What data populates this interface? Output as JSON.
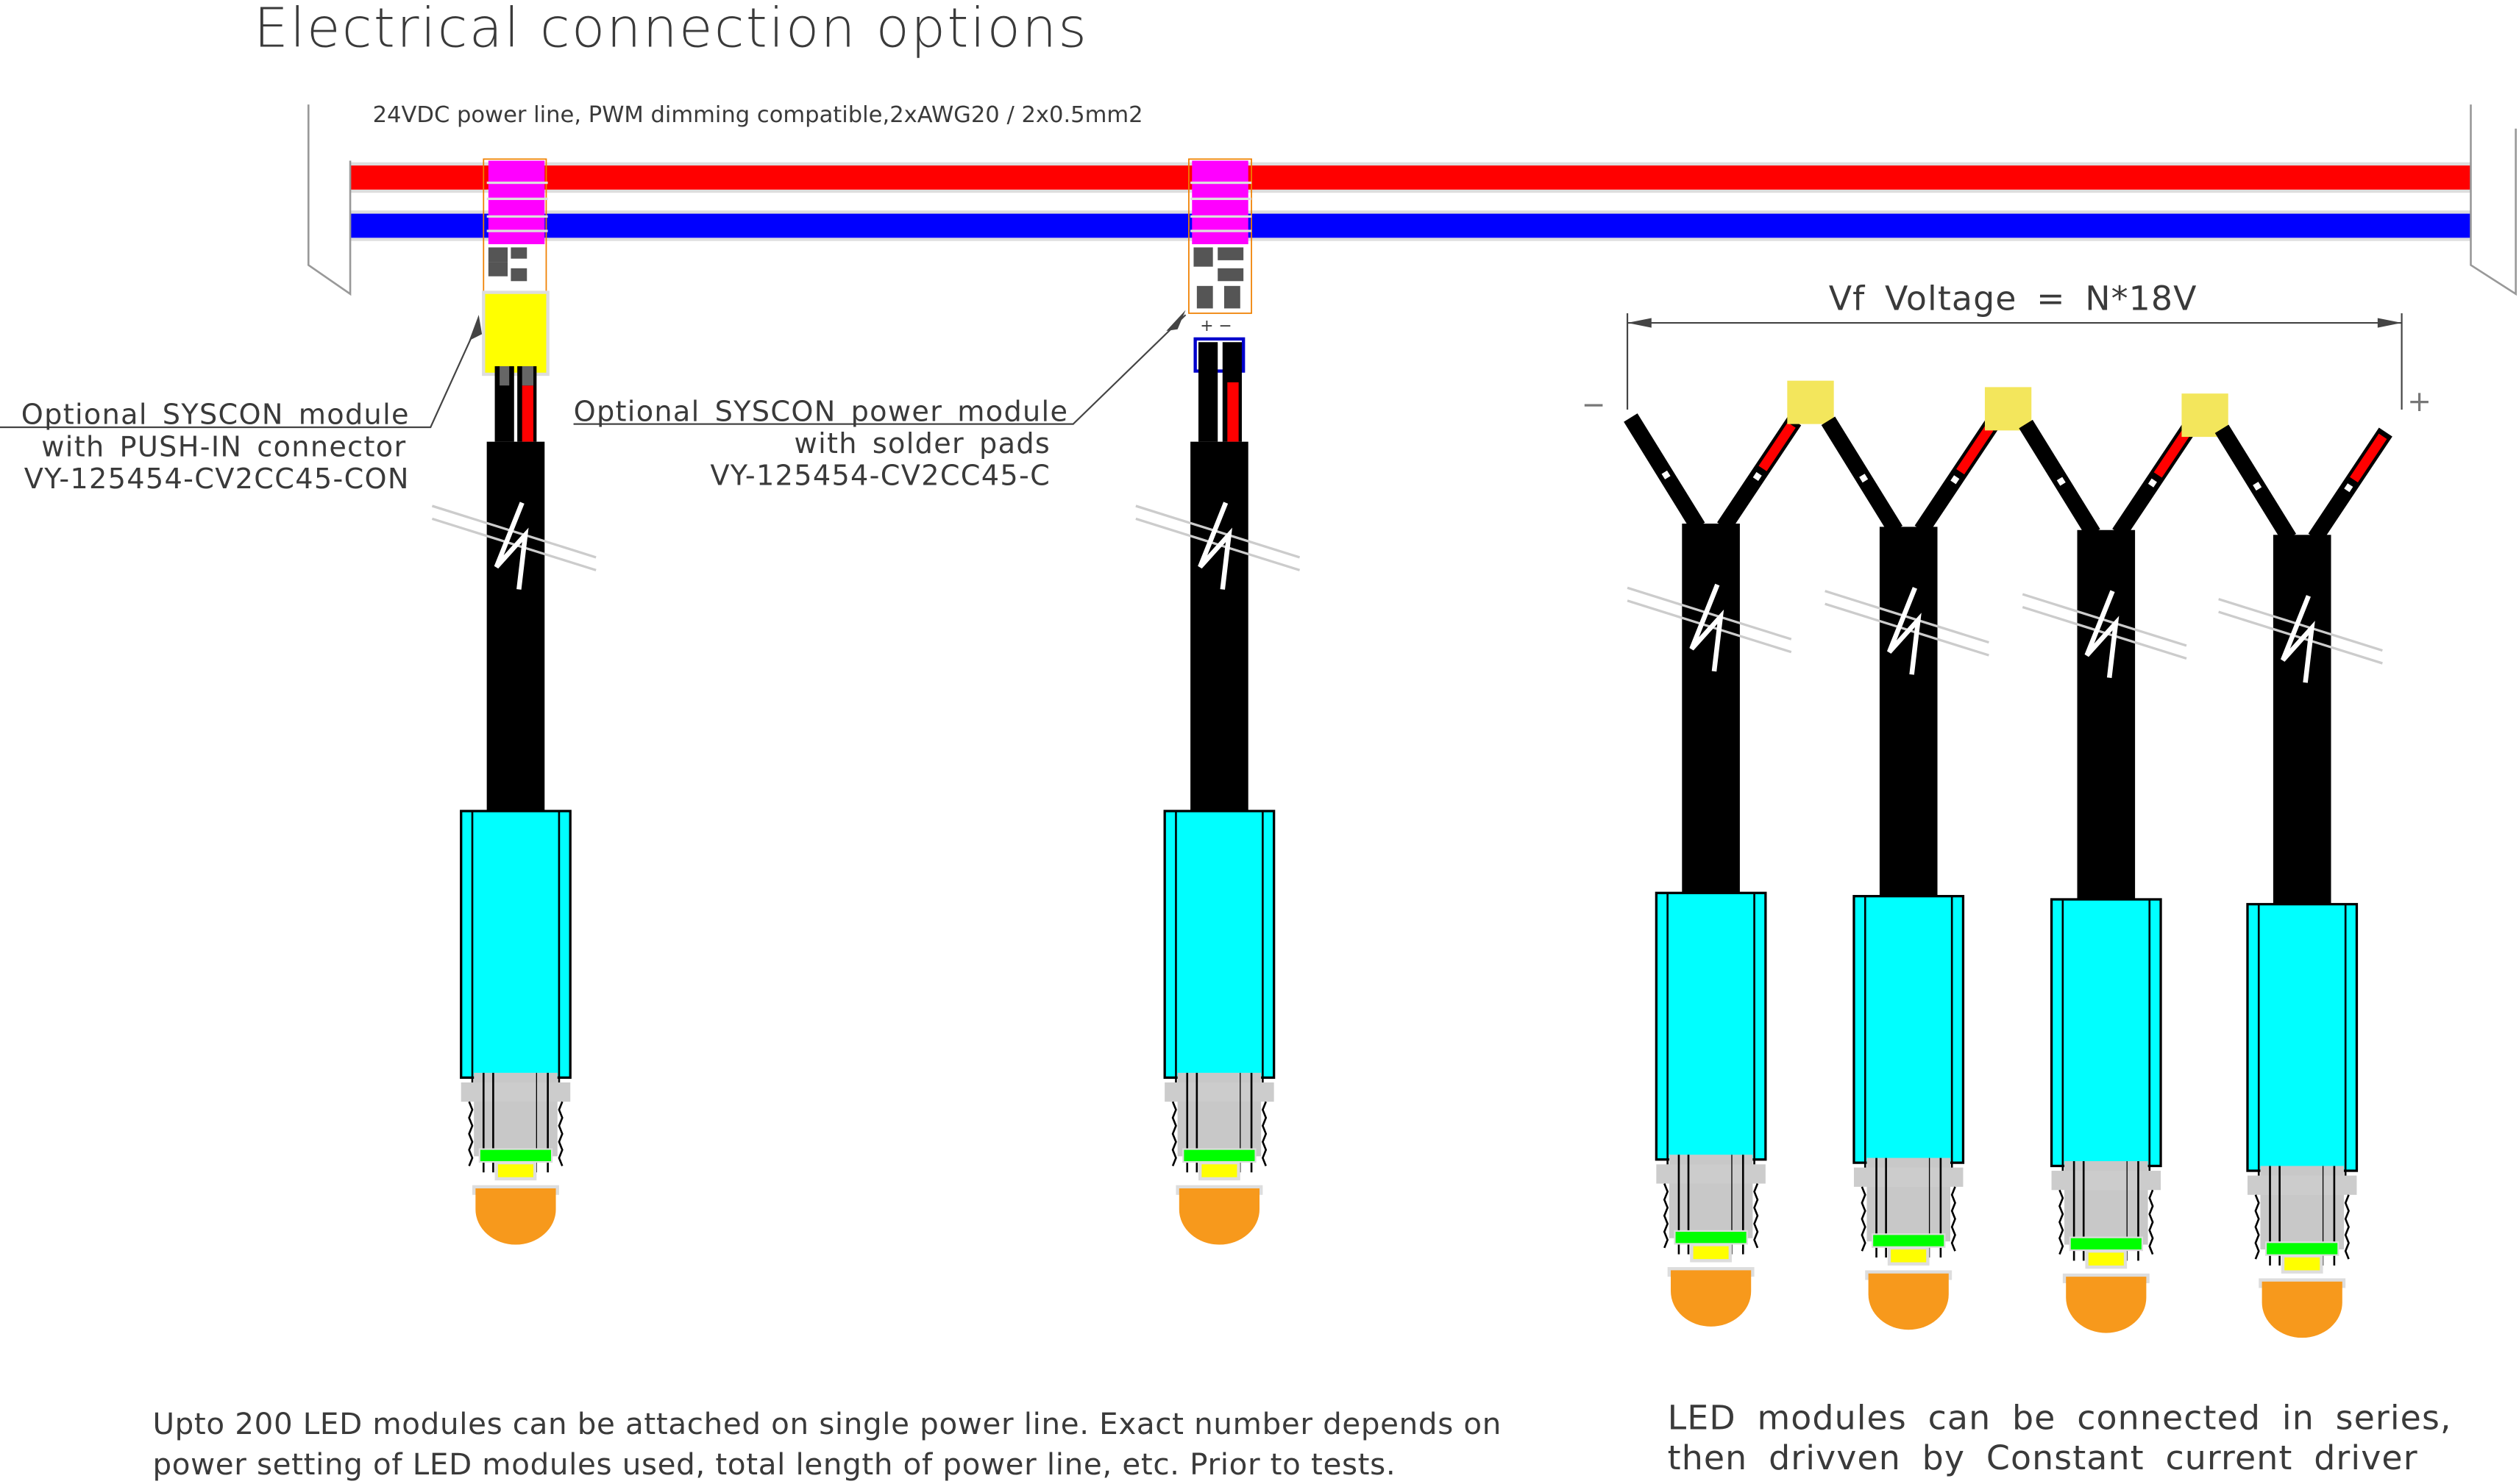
{
  "title": "Electrical connection options",
  "power_line_label": "24VDC power line, PWM dimming compatible,2xAWG20 / 2x0.5mm2",
  "module_push_in": {
    "line1": "Optional SYSCON module",
    "line2": "with PUSH-IN connector",
    "line3": "VY-125454-CV2CC45-CON"
  },
  "module_solder": {
    "line1": "Optional SYSCON power module",
    "line2": "with solder pads",
    "line3": "VY-125454-CV2CC45-C"
  },
  "series": {
    "dimension_label": "Vf  Voltage  =  N*18V",
    "minus": "−",
    "plus": "+",
    "module_count": 4
  },
  "notes": {
    "parallel_line1": "Upto 200 LED modules can be attached on single power line. Exact number depends on",
    "parallel_line2": "power setting of LED modules used, total length of power line, etc. Prior to tests.",
    "series_line1": "LED modules can be connected in series,",
    "series_line2": "then drivven by Constant current driver"
  },
  "colors": {
    "positive_wire": "#ff0000",
    "negative_wire": "#0000ff",
    "module_housing": "#00ffff",
    "led_lens": "#f7991c",
    "connector": "#ff00ff",
    "push_in": "#ffff00",
    "pad": "#f3e65c"
  }
}
